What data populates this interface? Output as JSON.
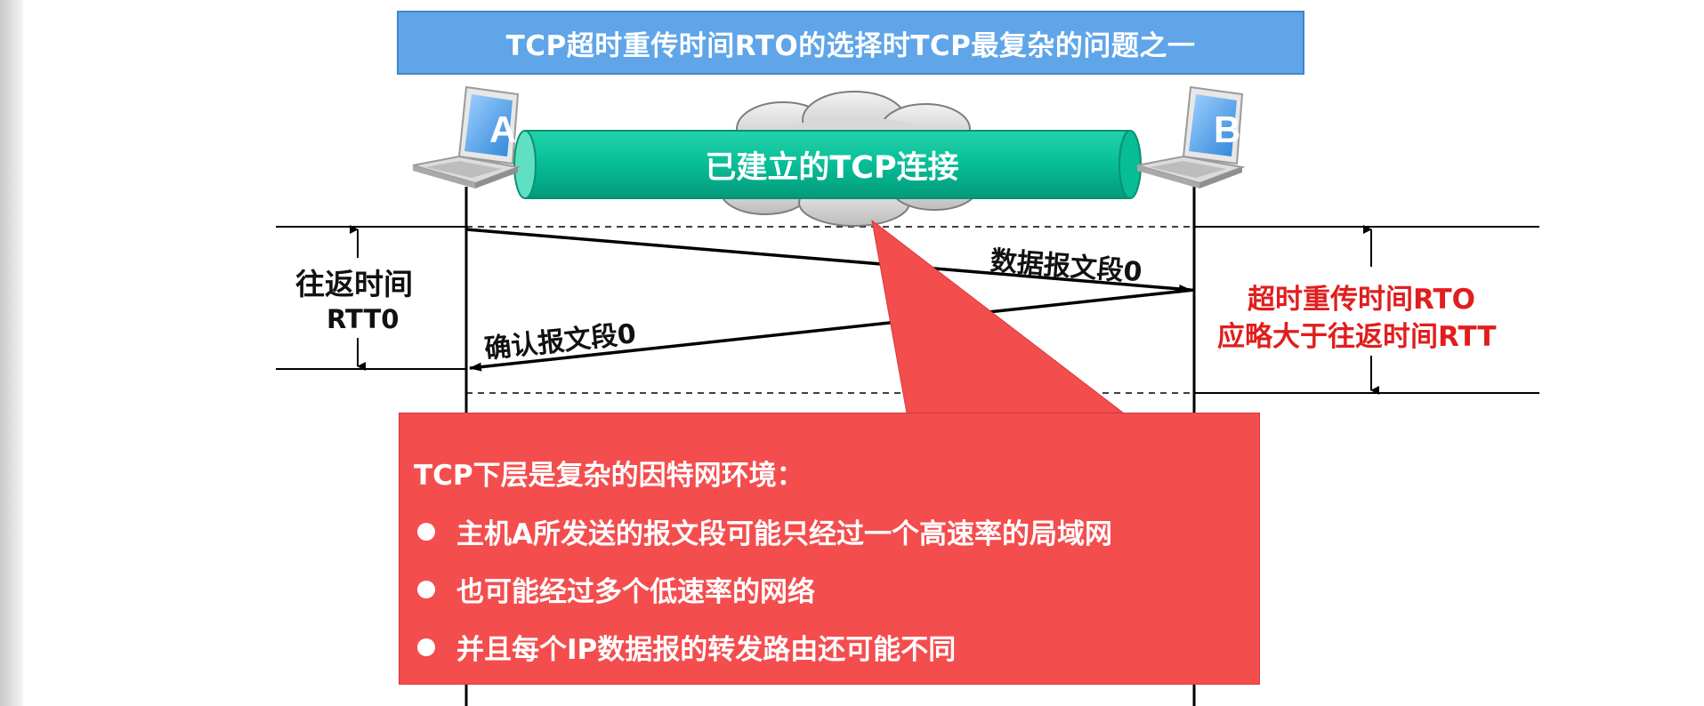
{
  "title": "TCP超时重传时间RTO的选择时TCP最复杂的问题之一",
  "connection_label": "已建立的TCP连接",
  "hosts": [
    {
      "letter": "A"
    },
    {
      "letter": "B"
    }
  ],
  "rtt_label": {
    "line1": "往返时间",
    "line2": "RTT0"
  },
  "data_segment_label": "数据报文段0",
  "ack_segment_label": "确认报文段0",
  "rto_label": {
    "line1": "超时重传时间RTO",
    "line2": "应略大于往返时间RTT"
  },
  "callout": {
    "heading": "TCP下层是复杂的因特网环境：",
    "bullets": [
      "主机A所发送的报文段可能只经过一个高速率的局域网",
      "也可能经过多个低速率的网络",
      "并且每个IP数据报的转发路由还可能不同"
    ]
  },
  "colors": {
    "title_bg": "#5fa5e8",
    "pipe": "#06bd97",
    "callout_bg": "#f44d4e",
    "rto_text": "#e01e1e"
  }
}
